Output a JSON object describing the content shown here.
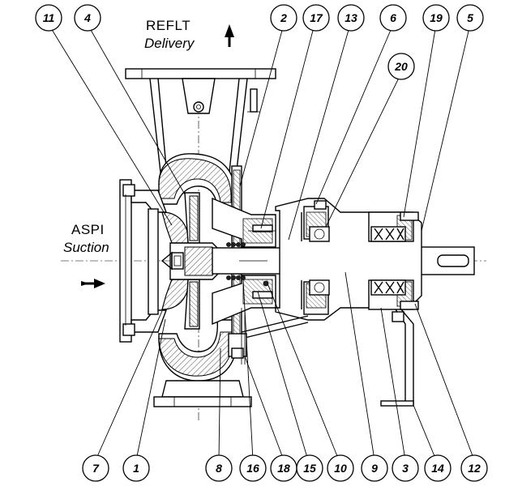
{
  "outlet_label": {
    "main": "REFLT",
    "sub": "Delivery"
  },
  "inlet_label": {
    "main": "ASPI",
    "sub": "Suction"
  },
  "callouts": [
    {
      "id": "c11",
      "num": "11"
    },
    {
      "id": "c4",
      "num": "4"
    },
    {
      "id": "c2",
      "num": "2"
    },
    {
      "id": "c17",
      "num": "17"
    },
    {
      "id": "c13",
      "num": "13"
    },
    {
      "id": "c6",
      "num": "6"
    },
    {
      "id": "c19",
      "num": "19"
    },
    {
      "id": "c5",
      "num": "5"
    },
    {
      "id": "c20",
      "num": "20"
    },
    {
      "id": "c7",
      "num": "7"
    },
    {
      "id": "c1",
      "num": "1"
    },
    {
      "id": "c8",
      "num": "8"
    },
    {
      "id": "c16",
      "num": "16"
    },
    {
      "id": "c18",
      "num": "18"
    },
    {
      "id": "c15",
      "num": "15"
    },
    {
      "id": "c10",
      "num": "10"
    },
    {
      "id": "c9",
      "num": "9"
    },
    {
      "id": "c3",
      "num": "3"
    },
    {
      "id": "c14",
      "num": "14"
    },
    {
      "id": "c12",
      "num": "12"
    }
  ]
}
